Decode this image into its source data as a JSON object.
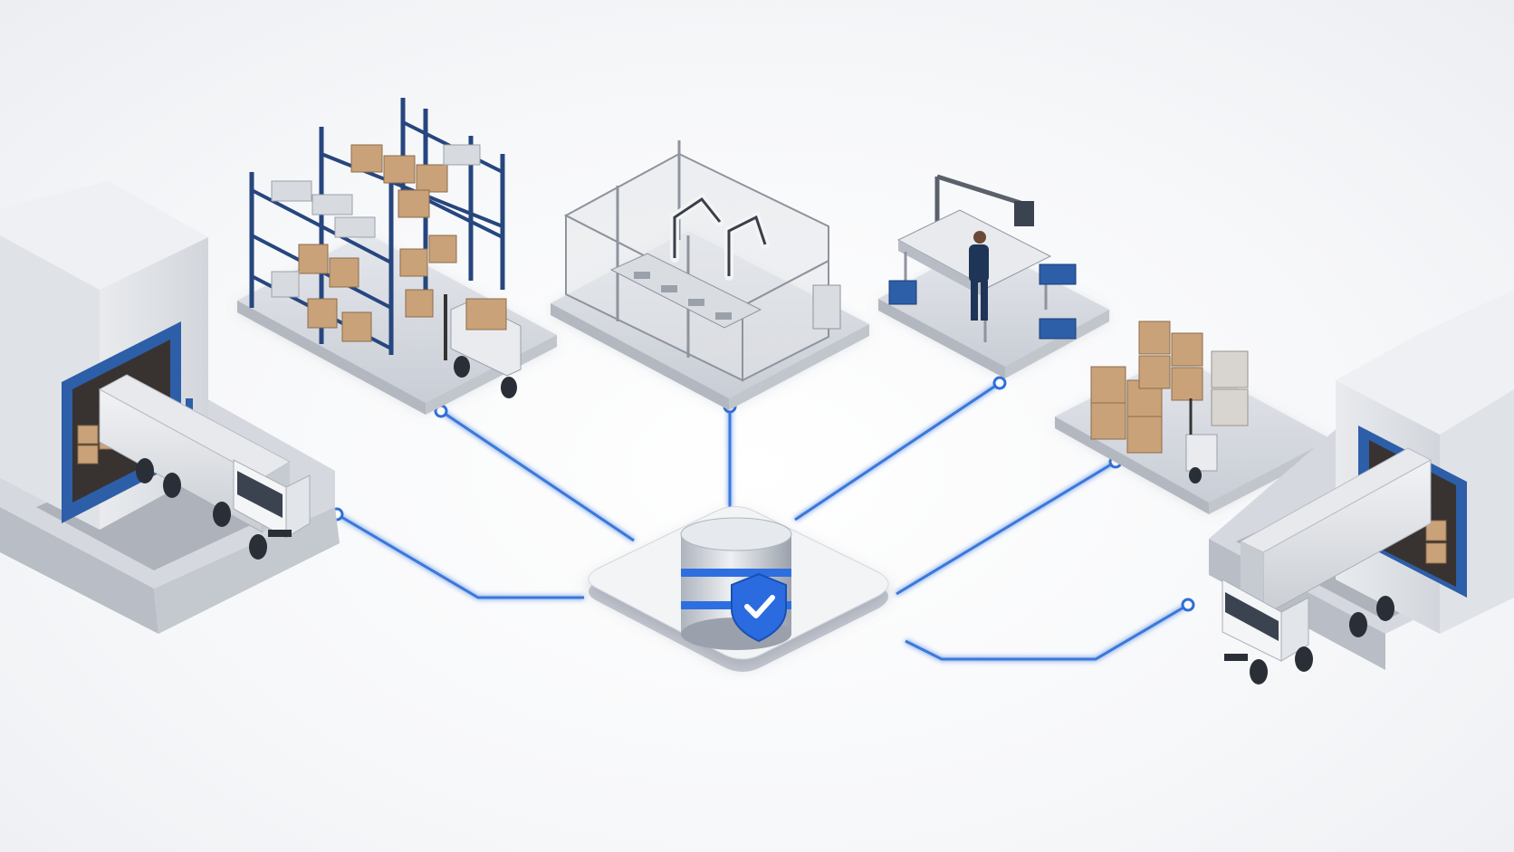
{
  "colors": {
    "accent": "#2f6fd6",
    "rack_blue": "#26467e",
    "platform": "#cfd3da",
    "box": "#c9a27a",
    "shield": "#2b6be0"
  },
  "nodes": [
    {
      "id": "inbound-dock",
      "icon": "loading-dock-icon"
    },
    {
      "id": "warehouse-racks",
      "icon": "pallet-rack-icon"
    },
    {
      "id": "robotic-cell",
      "icon": "robot-arm-icon"
    },
    {
      "id": "assembly-workstation",
      "icon": "workbench-icon"
    },
    {
      "id": "pallet-staging",
      "icon": "pallet-stack-icon"
    },
    {
      "id": "outbound-dock",
      "icon": "loading-dock-icon"
    }
  ],
  "hub": {
    "id": "central-database",
    "icon": "secure-database-icon",
    "badge": "shield-check-icon"
  },
  "edges": [
    {
      "from": "inbound-dock",
      "to": "central-database"
    },
    {
      "from": "warehouse-racks",
      "to": "central-database"
    },
    {
      "from": "robotic-cell",
      "to": "central-database"
    },
    {
      "from": "assembly-workstation",
      "to": "central-database"
    },
    {
      "from": "pallet-staging",
      "to": "central-database"
    },
    {
      "from": "outbound-dock",
      "to": "central-database"
    }
  ]
}
